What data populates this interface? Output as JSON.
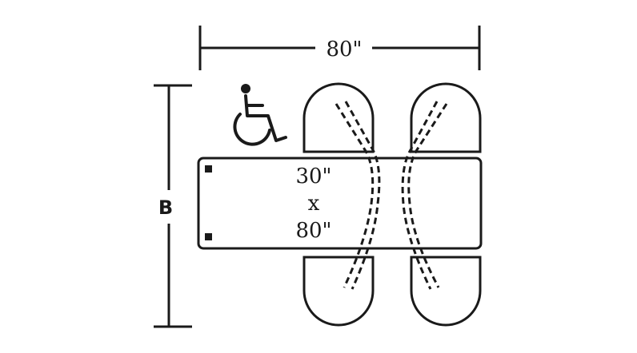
{
  "dimensions": {
    "width_label": "80\"",
    "height_label": "B"
  },
  "table": {
    "size_line1": "30\"",
    "size_line2": "x",
    "size_line3": "80\""
  },
  "icons": {
    "accessibility": "wheelchair-icon"
  },
  "colors": {
    "stroke": "#1a1a1a",
    "background": "#ffffff"
  }
}
